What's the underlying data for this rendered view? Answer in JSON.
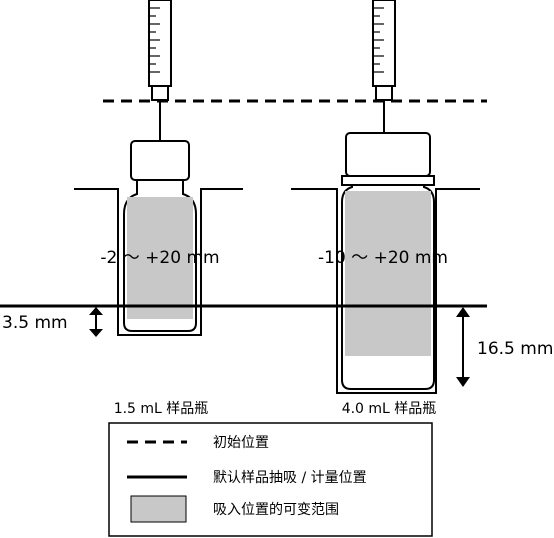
{
  "vials": {
    "small": {
      "range_label": "-2 ～ +20 mm",
      "caption": "1.5 mL 样品瓶"
    },
    "large": {
      "range_label": "-10 ～ +20 mm",
      "caption": "4.0 mL 样品瓶"
    }
  },
  "dimensions": {
    "left": "3.5 mm",
    "right": "16.5 mm"
  },
  "legend": {
    "items": [
      {
        "label": "初始位置"
      },
      {
        "label": "默认样品抽吸 / 计量位置"
      },
      {
        "label": "吸入位置的可变范围"
      }
    ]
  },
  "colors": {
    "ink": "#000000",
    "range_fill": "#c8c8c8",
    "background": "#ffffff"
  }
}
